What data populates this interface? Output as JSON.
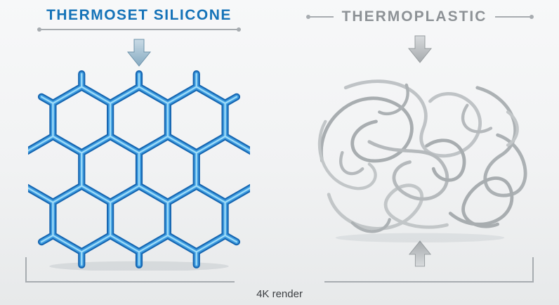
{
  "left_panel": {
    "title": "THERMOSET SILICONE"
  },
  "right_panel": {
    "title": "THERMOPLASTIC"
  },
  "caption": "4K render",
  "colors": {
    "left_title": "#1573b8",
    "right_title": "#8d9296",
    "network_blue": "#3d9be0",
    "network_highlight": "#9fdcf8",
    "chain_gray": "#b5b9bc",
    "rule_gray": "#a7acb0",
    "caption_text": "#3c3f42"
  }
}
